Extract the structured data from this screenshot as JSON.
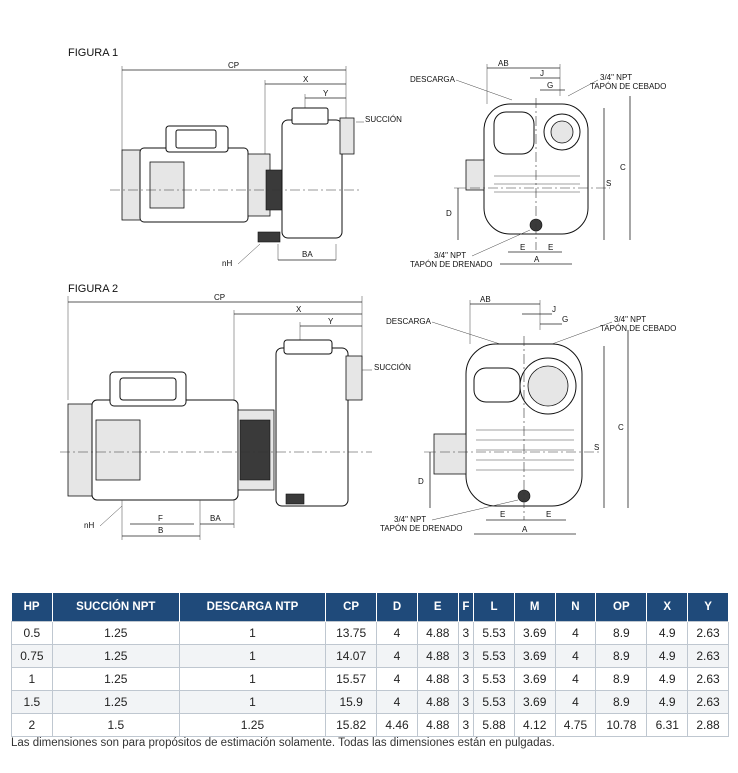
{
  "figures": {
    "fig1_title": "FIGURA 1",
    "fig2_title": "FIGURA 2",
    "labels": {
      "cp": "CP",
      "x": "X",
      "y": "Y",
      "succion": "SUCCIÓN",
      "nh": "nH",
      "ba": "BA",
      "descarga": "DESCARGA",
      "ab": "AB",
      "j": "J",
      "g": "G",
      "npt": "3/4\" NPT",
      "cebado": "TAPÓN DE CEBADO",
      "drenado": "TAPÓN DE DRENADO",
      "d": "D",
      "e": "E",
      "a": "A",
      "s": "S",
      "c": "C",
      "f": "F",
      "b": "B"
    }
  },
  "table": {
    "headers": [
      "HP",
      "SUCCIÓN NPT",
      "DESCARGA NTP",
      "CP",
      "D",
      "E",
      "F",
      "L",
      "M",
      "N",
      "OP",
      "X",
      "Y"
    ],
    "rows": [
      [
        "0.5",
        "1.25",
        "1",
        "13.75",
        "4",
        "4.88",
        "3",
        "5.53",
        "3.69",
        "4",
        "8.9",
        "4.9",
        "2.63"
      ],
      [
        "0.75",
        "1.25",
        "1",
        "14.07",
        "4",
        "4.88",
        "3",
        "5.53",
        "3.69",
        "4",
        "8.9",
        "4.9",
        "2.63"
      ],
      [
        "1",
        "1.25",
        "1",
        "15.57",
        "4",
        "4.88",
        "3",
        "5.53",
        "3.69",
        "4",
        "8.9",
        "4.9",
        "2.63"
      ],
      [
        "1.5",
        "1.25",
        "1",
        "15.9",
        "4",
        "4.88",
        "3",
        "5.53",
        "3.69",
        "4",
        "8.9",
        "4.9",
        "2.63"
      ],
      [
        "2",
        "1.5",
        "1.25",
        "15.82",
        "4.46",
        "4.88",
        "3",
        "5.88",
        "4.12",
        "4.75",
        "10.78",
        "6.31",
        "2.88"
      ]
    ]
  },
  "note": "Las dimensiones son para propósitos de estimación solamente. Todas las dimensiones están en pulgadas."
}
